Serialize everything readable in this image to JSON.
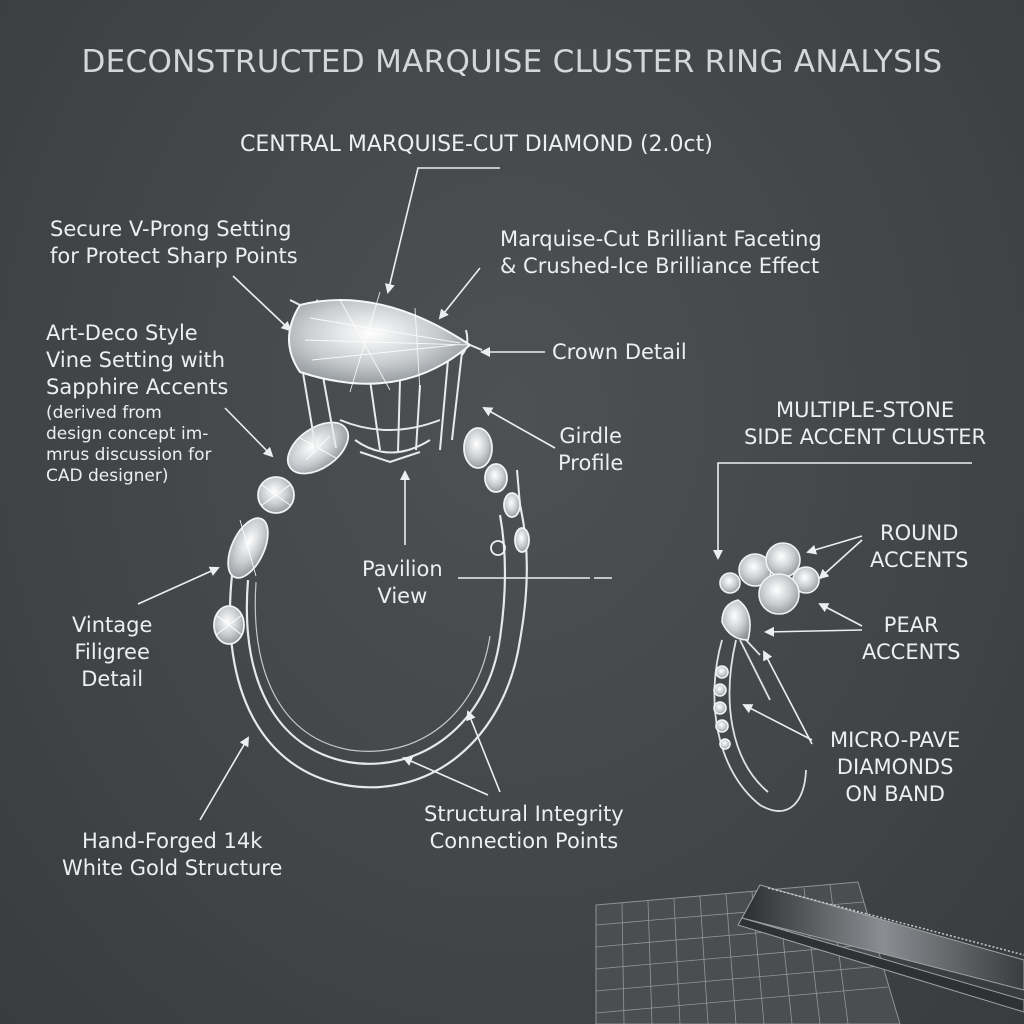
{
  "title": "DECONSTRUCTED MARQUISE CLUSTER RING ANALYSIS",
  "labels": {
    "central": "CENTRAL MARQUISE-CUT DIAMOND (2.0ct)",
    "vprong": "Secure V-Prong Setting\nfor Protect Sharp Points",
    "faceting": "Marquise-Cut Brilliant Faceting\n& Crushed-Ice Brilliance Effect",
    "artdeco": "Art-Deco Style\nVine Setting with\nSapphire Accents",
    "artdeco_note": "(derived from\ndesign concept im-\nmrus discussion for\nCAD designer)",
    "crown": "Crown Detail",
    "girdle": "Girdle\nProfile",
    "pavilion": "Pavilion\nView",
    "vintage": "Vintage\nFiligree\nDetail",
    "handforged": "Hand-Forged 14k\nWhite Gold Structure",
    "structural": "Structural Integrity\nConnection Points",
    "side_cluster": "MULTIPLE-STONE\nSIDE ACCENT CLUSTER",
    "round": "ROUND\nACCENTS",
    "pear": "PEAR\nACCENTS",
    "micropave": "MICRO-PAVE\nDIAMONDS\nON BAND"
  },
  "colors": {
    "background": "#434547",
    "line": "#eceeef",
    "title": "#d4d6d8"
  }
}
